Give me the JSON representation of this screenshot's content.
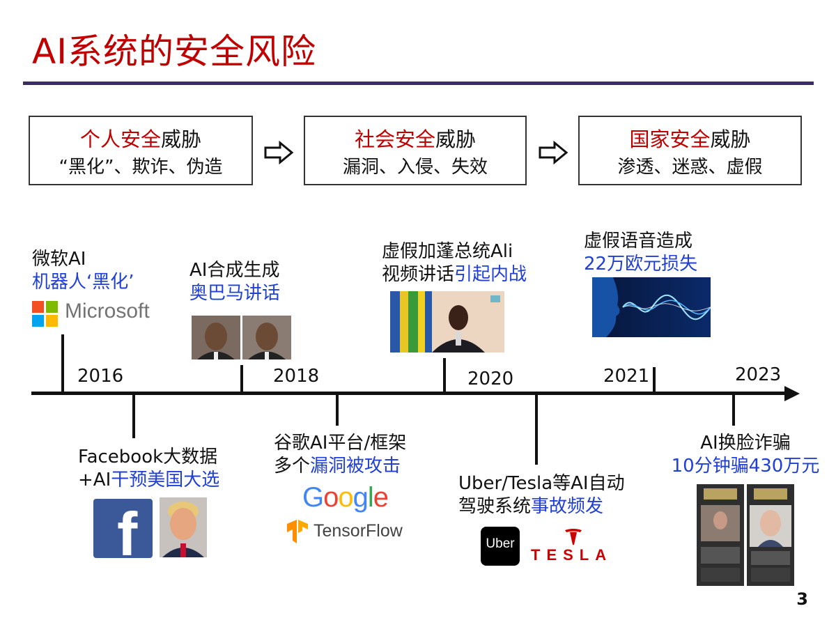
{
  "slide": {
    "title": "AI系统的安全风险",
    "page_number": "3"
  },
  "threats": [
    {
      "highlight": "个人安全",
      "suffix": "威胁",
      "detail": "“黑化”、欺诈、伪造"
    },
    {
      "highlight": "社会安全",
      "suffix": "威胁",
      "detail": "漏洞、入侵、失效"
    },
    {
      "highlight": "国家安全",
      "suffix": "威胁",
      "detail": "渗透、迷惑、虚假"
    }
  ],
  "timeline": {
    "years": [
      "2016",
      "2018",
      "2020",
      "2021",
      "2023"
    ],
    "events": [
      {
        "line1": "微软AI",
        "line2_blue": "机器人‘黑化’"
      },
      {
        "line1": "AI合成生成",
        "line2_blue": "奥巴马讲话"
      },
      {
        "line1": "虚假加蓬总统Ali",
        "line2_plain": "视频讲话",
        "line2_blue": "引起内战"
      },
      {
        "line1": "虚假语音造成",
        "line2_blue": "22万欧元损失"
      },
      {
        "line1": "Facebook大数据",
        "line2_plain": "+AI",
        "line2_blue": "干预美国大选"
      },
      {
        "line1": "谷歌AI平台/框架",
        "line2_plain": "多个",
        "line2_blue": "漏洞被攻击"
      },
      {
        "line1": "Uber/Tesla等AI自动",
        "line2_plain": "驾驶系统",
        "line2_blue": "事故频发"
      },
      {
        "line1": "AI换脸诈骗",
        "line2_blue": "10分钟骗430万元"
      }
    ]
  },
  "logos": {
    "microsoft": "Microsoft",
    "google": [
      "G",
      "o",
      "o",
      "g",
      "l",
      "e"
    ],
    "tensorflow": "TensorFlow",
    "uber": "Uber",
    "tesla": "TESLA",
    "facebook": "f"
  },
  "colors": {
    "title_red": "#c00000",
    "emphasis_blue": "#1f3fd6",
    "rule_purple": "#3c2a6e",
    "microsoft": [
      "#f25022",
      "#7fba00",
      "#00a4ef",
      "#ffb900"
    ],
    "google": [
      "#4285f4",
      "#ea4335",
      "#fbbc05",
      "#4285f4",
      "#34a853",
      "#ea4335"
    ],
    "tensorflow_orange": "#ff8f00",
    "facebook_blue": "#3b5998",
    "tesla_red": "#cc0000"
  }
}
